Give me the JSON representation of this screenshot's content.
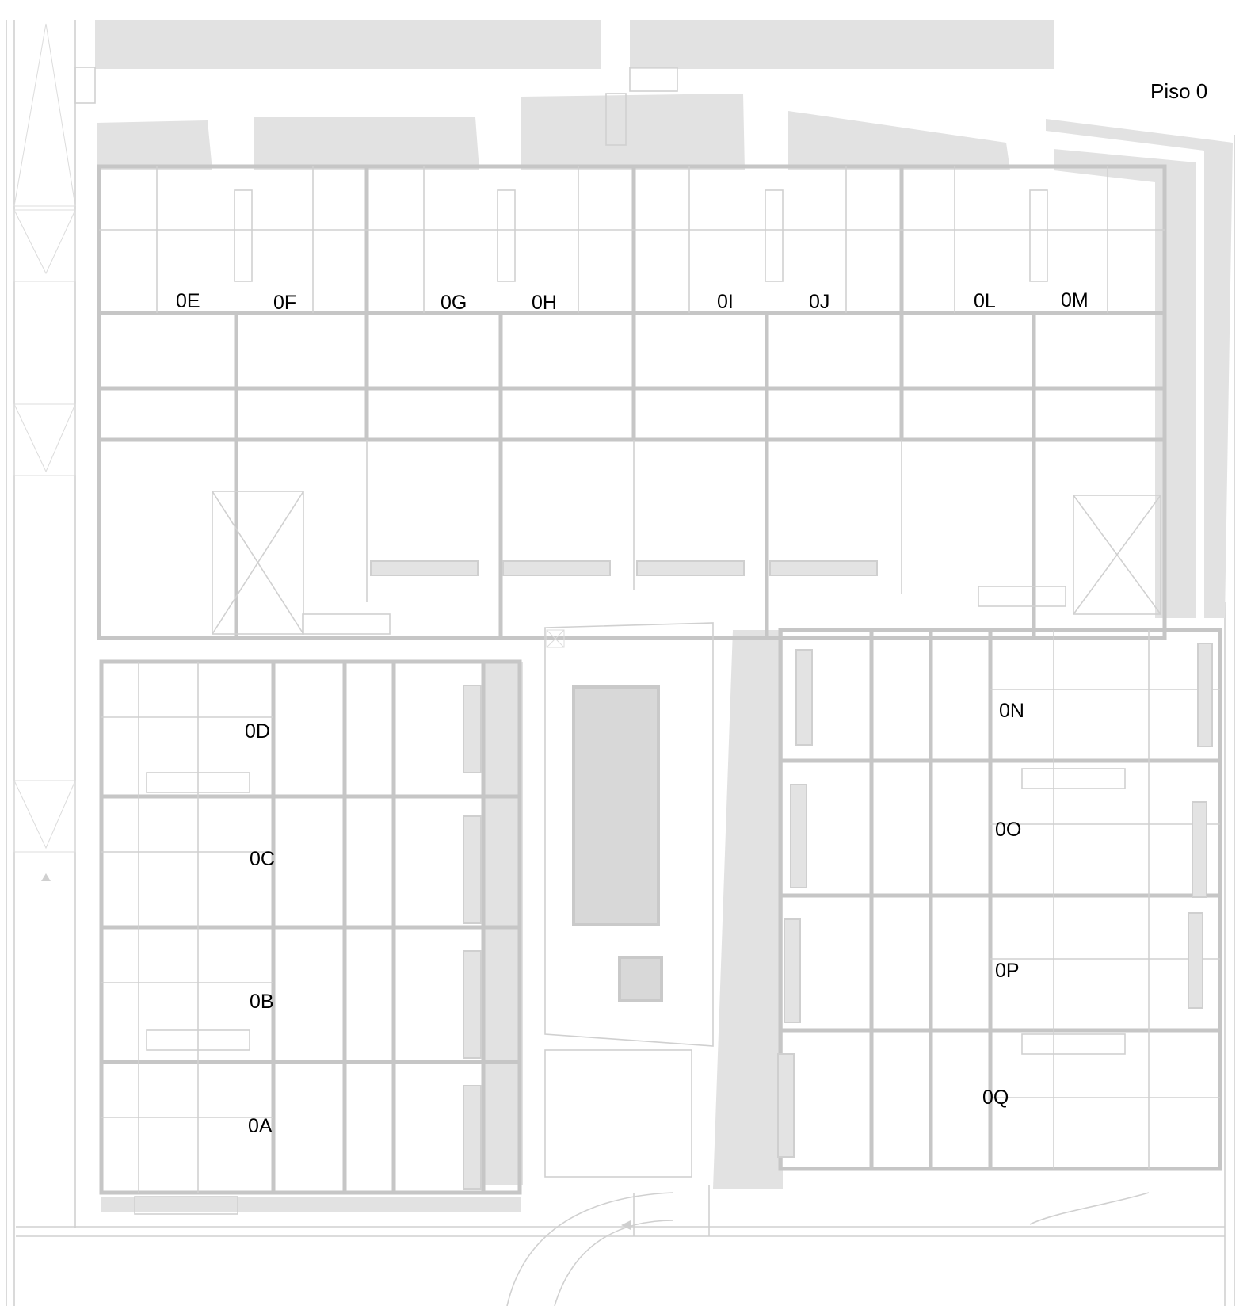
{
  "title": "Piso 0",
  "units": [
    {
      "id": "unit-0E",
      "label": "0E"
    },
    {
      "id": "unit-0F",
      "label": "0F"
    },
    {
      "id": "unit-0G",
      "label": "0G"
    },
    {
      "id": "unit-0H",
      "label": "0H"
    },
    {
      "id": "unit-0I",
      "label": "0I"
    },
    {
      "id": "unit-0J",
      "label": "0J"
    },
    {
      "id": "unit-0L",
      "label": "0L"
    },
    {
      "id": "unit-0M",
      "label": "0M"
    },
    {
      "id": "unit-0D",
      "label": "0D"
    },
    {
      "id": "unit-0C",
      "label": "0C"
    },
    {
      "id": "unit-0B",
      "label": "0B"
    },
    {
      "id": "unit-0A",
      "label": "0A"
    },
    {
      "id": "unit-0N",
      "label": "0N"
    },
    {
      "id": "unit-0O",
      "label": "0O"
    },
    {
      "id": "unit-0P",
      "label": "0P"
    },
    {
      "id": "unit-0Q",
      "label": "0Q"
    }
  ],
  "colors": {
    "wall": "#c6c6c6",
    "paved": "#e2e2e2",
    "ink": "#000000",
    "background": "#ffffff"
  }
}
